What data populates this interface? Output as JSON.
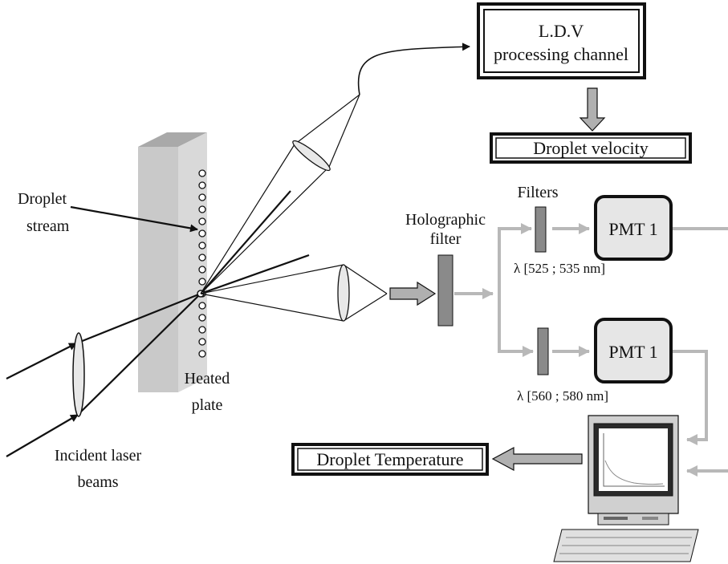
{
  "labels": {
    "ldv_line1": "L.D.V",
    "ldv_line2": "processing channel",
    "droplet_velocity": "Droplet velocity",
    "droplet_stream_1": "Droplet",
    "droplet_stream_2": "stream",
    "holographic_1": "Holographic",
    "holographic_2": "filter",
    "filters": "Filters",
    "pmt_top": "PMT 1",
    "pmt_bottom": "PMT 1",
    "lambda_top": "λ [525 ; 535 nm]",
    "lambda_bottom": "λ [560 ; 580 nm]",
    "heated_1": "Heated",
    "heated_2": "plate",
    "incident_1": "Incident laser",
    "incident_2": "beams",
    "droplet_temperature": "Droplet Temperature"
  },
  "colors": {
    "stroke": "#111111",
    "plate": "#c9c9c9",
    "plate_top": "#a9a9a9",
    "plate_side": "#d8d8d8",
    "gray_arrow": "#b8b8b8",
    "filter_fill": "#8a8a8a",
    "pmt_fill": "#e6e6e6"
  },
  "icons": [
    "computer-icon",
    "lens-icon",
    "arrow-icon"
  ]
}
